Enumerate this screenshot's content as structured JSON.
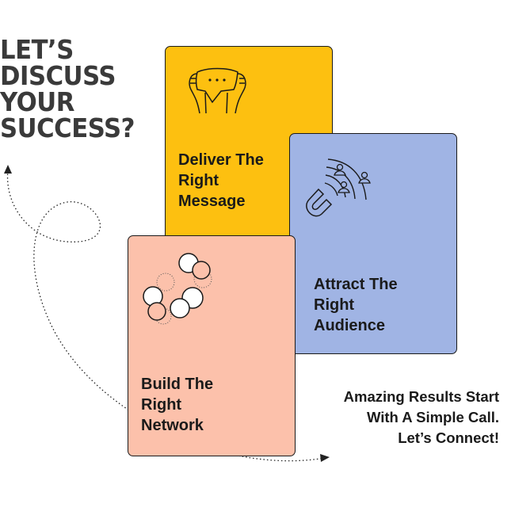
{
  "headline": [
    "LET’S",
    "DISCUSS",
    "YOUR",
    "SUCCESS?"
  ],
  "cards": [
    {
      "label": [
        "Deliver The",
        "Right",
        "Message"
      ],
      "icon": "hands-holding-speech-bubble-icon",
      "color": "#FDC010"
    },
    {
      "label": [
        "Attract The",
        "Right",
        "Audience"
      ],
      "icon": "magnet-attracting-people-icon",
      "color": "#A0B4E4"
    },
    {
      "label": [
        "Build The",
        "Right",
        "Network"
      ],
      "icon": "connected-speech-bubbles-icon",
      "color": "#FCC1AB"
    }
  ],
  "cta": [
    "Amazing Results Start",
    "With A Simple Call.",
    "Let’s Connect!"
  ]
}
